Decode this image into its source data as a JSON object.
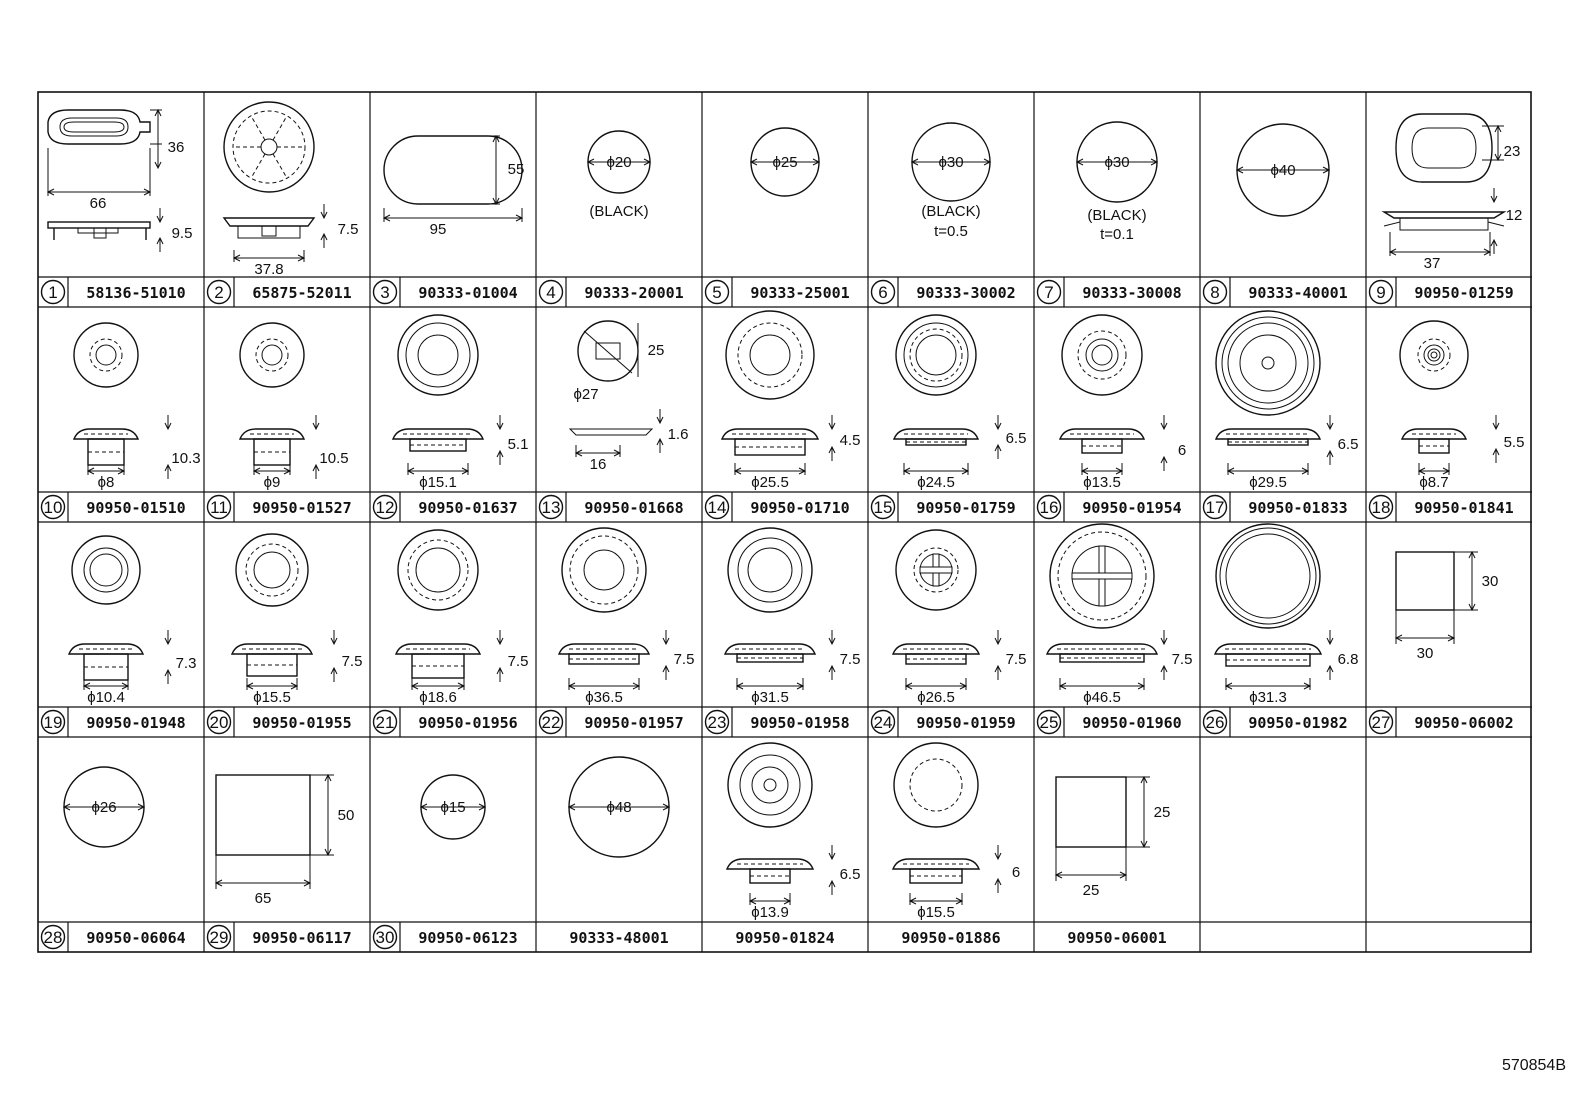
{
  "sheet_code": "570854B",
  "parts": [
    {
      "num": "1",
      "pn": "58136-51010",
      "labels": [
        "36",
        "66",
        "9.5"
      ]
    },
    {
      "num": "2",
      "pn": "65875-52011",
      "labels": [
        "7.5",
        "37.8"
      ]
    },
    {
      "num": "3",
      "pn": "90333-01004",
      "labels": [
        "55",
        "95"
      ]
    },
    {
      "num": "4",
      "pn": "90333-20001",
      "labels": [
        "ϕ20",
        "(BLACK)"
      ]
    },
    {
      "num": "5",
      "pn": "90333-25001",
      "labels": [
        "ϕ25"
      ]
    },
    {
      "num": "6",
      "pn": "90333-30002",
      "labels": [
        "ϕ30",
        "(BLACK)",
        "t=0.5"
      ]
    },
    {
      "num": "7",
      "pn": "90333-30008",
      "labels": [
        "ϕ30",
        "(BLACK)",
        "t=0.1"
      ]
    },
    {
      "num": "8",
      "pn": "90333-40001",
      "labels": [
        "ϕ40"
      ]
    },
    {
      "num": "9",
      "pn": "90950-01259",
      "labels": [
        "23",
        "12",
        "37"
      ]
    },
    {
      "num": "10",
      "pn": "90950-01510",
      "labels": [
        "10.3",
        "ϕ8"
      ]
    },
    {
      "num": "11",
      "pn": "90950-01527",
      "labels": [
        "10.5",
        "ϕ9"
      ]
    },
    {
      "num": "12",
      "pn": "90950-01637",
      "labels": [
        "5.1",
        "ϕ15.1"
      ]
    },
    {
      "num": "13",
      "pn": "90950-01668",
      "labels": [
        "25",
        "ϕ27",
        "1.6",
        "16"
      ]
    },
    {
      "num": "14",
      "pn": "90950-01710",
      "labels": [
        "4.5",
        "ϕ25.5"
      ]
    },
    {
      "num": "15",
      "pn": "90950-01759",
      "labels": [
        "6.5",
        "ϕ24.5"
      ]
    },
    {
      "num": "16",
      "pn": "90950-01954",
      "labels": [
        "6",
        "ϕ13.5"
      ]
    },
    {
      "num": "17",
      "pn": "90950-01833",
      "labels": [
        "6.5",
        "ϕ29.5"
      ]
    },
    {
      "num": "18",
      "pn": "90950-01841",
      "labels": [
        "5.5",
        "ϕ8.7"
      ]
    },
    {
      "num": "19",
      "pn": "90950-01948",
      "labels": [
        "7.3",
        "ϕ10.4"
      ]
    },
    {
      "num": "20",
      "pn": "90950-01955",
      "labels": [
        "7.5",
        "ϕ15.5"
      ]
    },
    {
      "num": "21",
      "pn": "90950-01956",
      "labels": [
        "7.5",
        "ϕ18.6"
      ]
    },
    {
      "num": "22",
      "pn": "90950-01957",
      "labels": [
        "7.5",
        "ϕ36.5"
      ]
    },
    {
      "num": "23",
      "pn": "90950-01958",
      "labels": [
        "7.5",
        "ϕ31.5"
      ]
    },
    {
      "num": "24",
      "pn": "90950-01959",
      "labels": [
        "7.5",
        "ϕ26.5"
      ]
    },
    {
      "num": "25",
      "pn": "90950-01960",
      "labels": [
        "7.5",
        "ϕ46.5"
      ]
    },
    {
      "num": "26",
      "pn": "90950-01982",
      "labels": [
        "6.8",
        "ϕ31.3"
      ]
    },
    {
      "num": "27",
      "pn": "90950-06002",
      "labels": [
        "30",
        "30"
      ]
    },
    {
      "num": "28",
      "pn": "90950-06064",
      "labels": [
        "ϕ26"
      ]
    },
    {
      "num": "29",
      "pn": "90950-06117",
      "labels": [
        "50",
        "65"
      ]
    },
    {
      "num": "30",
      "pn": "90950-06123",
      "labels": [
        "ϕ15"
      ]
    },
    {
      "num": "",
      "pn": "90333-48001",
      "labels": [
        "ϕ48"
      ]
    },
    {
      "num": "",
      "pn": "90950-01824",
      "labels": [
        "6.5",
        "ϕ13.9"
      ]
    },
    {
      "num": "",
      "pn": "90950-01886",
      "labels": [
        "6",
        "ϕ15.5"
      ]
    },
    {
      "num": "",
      "pn": "90950-06001",
      "labels": [
        "25",
        "25"
      ]
    },
    {
      "num": "",
      "pn": "",
      "labels": []
    },
    {
      "num": "",
      "pn": "",
      "labels": []
    }
  ]
}
